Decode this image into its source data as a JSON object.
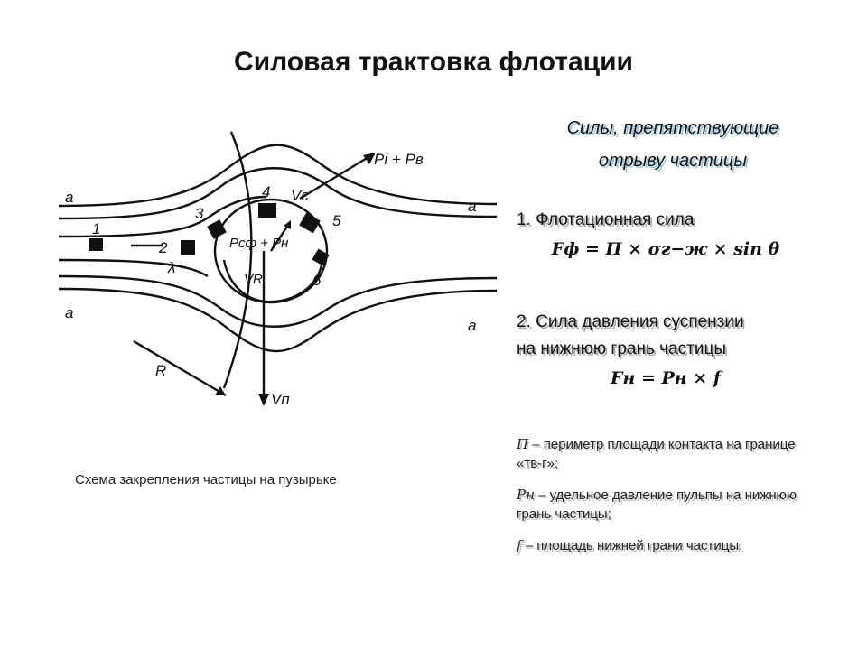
{
  "title": "Силовая трактовка флотации",
  "caption": "Схема закрепления частицы на пузырьке",
  "diagram": {
    "labels": {
      "a_left_top": "a",
      "a_left_bottom": "a",
      "a_right_top": "a",
      "a_right_bottom": "a",
      "n1": "1",
      "n2": "2",
      "n3": "3",
      "n4": "4",
      "n5": "5",
      "n6": "6",
      "lambda": "λ",
      "vc": "Vc",
      "pi_pv": "Pi + Pв",
      "pcf_pn": "Pсф + Pн",
      "vr": "VR",
      "r": "R",
      "vp": "Vп"
    }
  },
  "forces": {
    "heading_line1": "Силы, препятствующие",
    "heading_line2": "отрыву частицы",
    "item1_label": "1. Флотационная сила",
    "item1_formula": "Fф = П × σг−ж × sin θ",
    "item2_label_line1": "2. Сила давления суспензии",
    "item2_label_line2": "на нижнюю грань частицы",
    "item2_formula": "Fн = Pн × f"
  },
  "definitions": {
    "def1_symbol": "П",
    "def1_text": " – периметр площади контакта на границе «тв-г»;",
    "def2_symbol": "Pн",
    "def2_text": " – удельное давление пульпы на нижнюю грань частицы;",
    "def3_symbol": "f",
    "def3_text": " – площадь нижней грани частицы."
  }
}
